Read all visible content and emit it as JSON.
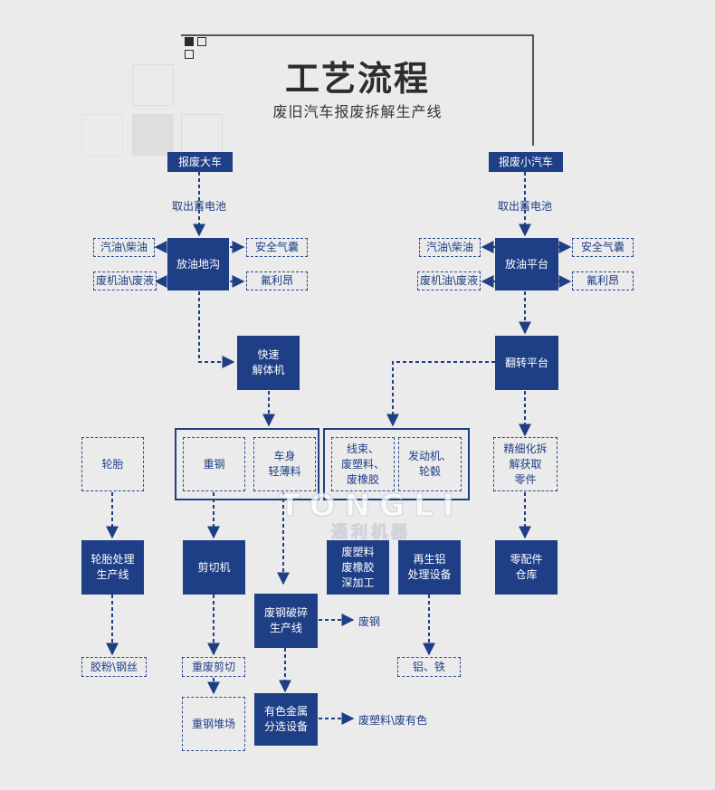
{
  "header": {
    "title": "工艺流程",
    "subtitle": "废旧汽车报废拆解生产线"
  },
  "colors": {
    "primary": "#1e3e86",
    "background": "#ebebeb"
  },
  "watermark": {
    "brand": "TONGLI",
    "sub": "通利机器"
  },
  "nodes": {
    "big_car": "报废大车",
    "small_car": "报废小汽车",
    "remove_battery_left": "取出蓄电池",
    "remove_battery_right": "取出蓄电池",
    "oil_pit": "放油地沟",
    "oil_platform": "放油平台",
    "gasoline_left": "汽油\\柴油",
    "waste_oil_left": "废机油\\废液",
    "airbag_left": "安全气囊",
    "freon_left": "氟利昂",
    "gasoline_right": "汽油\\柴油",
    "waste_oil_right": "废机油\\废液",
    "airbag_right": "安全气囊",
    "freon_right": "氟利昂",
    "quick_dismantler": "快速\n解体机",
    "flip_platform": "翻转平台",
    "heavy_steel": "重钢",
    "thin_body": "车身\n轻薄料",
    "wiring": "线束、\n废塑料、\n废橡胶",
    "engine": "发动机、\n轮毂",
    "fine_dismantle": "精细化拆\n解获取\n零件",
    "tire": "轮胎",
    "tire_line": "轮胎处理\n生产线",
    "shear": "剪切机",
    "plastic_process": "废塑料\n废橡胶\n深加工",
    "aluminum_equipment": "再生铝\n处理设备",
    "parts_warehouse": "零配件\n仓库",
    "crusher": "废钢破碎\n生产线",
    "scrap_steel": "废钢",
    "rubber_powder": "胶粉\\钢丝",
    "heavy_scrap_cut": "重废剪切",
    "aluminum_iron": "铝、铁",
    "heavy_steel_yard": "重钢堆场",
    "metal_sorting": "有色金属\n分选设备",
    "plastic_nonferrous": "废塑料\\废有色"
  }
}
